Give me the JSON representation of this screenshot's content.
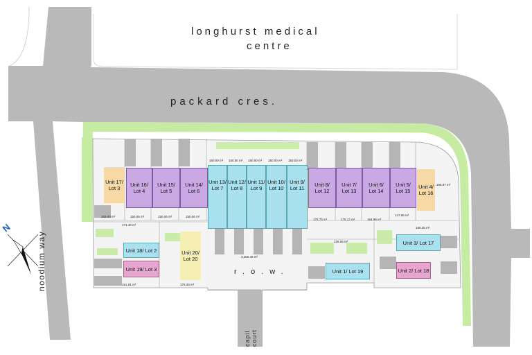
{
  "labels": {
    "medical_line1": "longhurst medical",
    "medical_line2": "centre",
    "packard": "packard cres.",
    "noodium": "noodium way",
    "row": "r.o.w.",
    "capil": "capil court",
    "north": "N"
  },
  "units": [
    {
      "line1": "Unit 17/",
      "line2": "Lot 3",
      "color": "#f7d9a6"
    },
    {
      "line1": "Unit 16/",
      "line2": "Lot 4",
      "color": "#c9a8e4"
    },
    {
      "line1": "Unit 15/",
      "line2": "Lot 5",
      "color": "#c9a8e4"
    },
    {
      "line1": "Unit 14/",
      "line2": "Lot 6",
      "color": "#c9a8e4"
    },
    {
      "line1": "Unit 13/",
      "line2": "Lot 7",
      "color": "#a9e2ee"
    },
    {
      "line1": "Unit 12/",
      "line2": "Lot 8",
      "color": "#a9e2ee"
    },
    {
      "line1": "Unit 11/",
      "line2": "Lot 9",
      "color": "#a9e2ee"
    },
    {
      "line1": "Unit 10/",
      "line2": "Lot 10",
      "color": "#a9e2ee"
    },
    {
      "line1": "Unit 9/",
      "line2": "Lot 11",
      "color": "#a9e2ee"
    },
    {
      "line1": "Unit 8/",
      "line2": "Lot 12",
      "color": "#c9a8e4"
    },
    {
      "line1": "Unit 7/",
      "line2": "Lot 13",
      "color": "#c9a8e4"
    },
    {
      "line1": "Unit 6/",
      "line2": "Lot 14",
      "color": "#c9a8e4"
    },
    {
      "line1": "Unit 5/",
      "line2": "Lot 15",
      "color": "#c9a8e4"
    },
    {
      "line1": "Unit 4/",
      "line2": "Lot 16",
      "color": "#f7d9a6"
    },
    {
      "line1": "Unit 18/",
      "line2": "Lot 2",
      "color": "#a9e2ee"
    },
    {
      "line1": "Unit 19/",
      "line2": "Lot 3",
      "color": "#e7a6cf"
    },
    {
      "line1": "Unit 20/",
      "line2": "Lot 20",
      "color": "#f6efb4"
    },
    {
      "line1": "Unit 1/",
      "line2": "Lot 19",
      "color": "#a9e2ee"
    },
    {
      "line1": "Unit 2/",
      "line2": "Lot 18",
      "color": "#e7a6cf"
    },
    {
      "line1": "Unit 3/",
      "line2": "Lot 17",
      "color": "#a9e2ee"
    }
  ],
  "areas": [
    "163.00 m²",
    "150.06 m²",
    "150.06 m²",
    "150.06 m²",
    "150.00 m²",
    "150.00 m²",
    "150.00 m²",
    "150.00 m²",
    "150.00 m²",
    "178.76 m²",
    "176.12 m²",
    "164.96 m²",
    "147.96 m²",
    "166.87 m²",
    "171.49 m²",
    "176.33 m²",
    "151.81 m²",
    "3,250.49 m²",
    "228.55 m²",
    "190.35 m²"
  ],
  "colors": {
    "road": "#b9b9b9",
    "verge": "#c6eba3",
    "site": "#f4f4f4",
    "garage": "#b5b5b5",
    "purple": "#c9a8e4",
    "cyan": "#a9e2ee",
    "tan": "#f7d9a6",
    "pink": "#e7a6cf"
  },
  "icons": [
    "north-arrow-icon"
  ]
}
